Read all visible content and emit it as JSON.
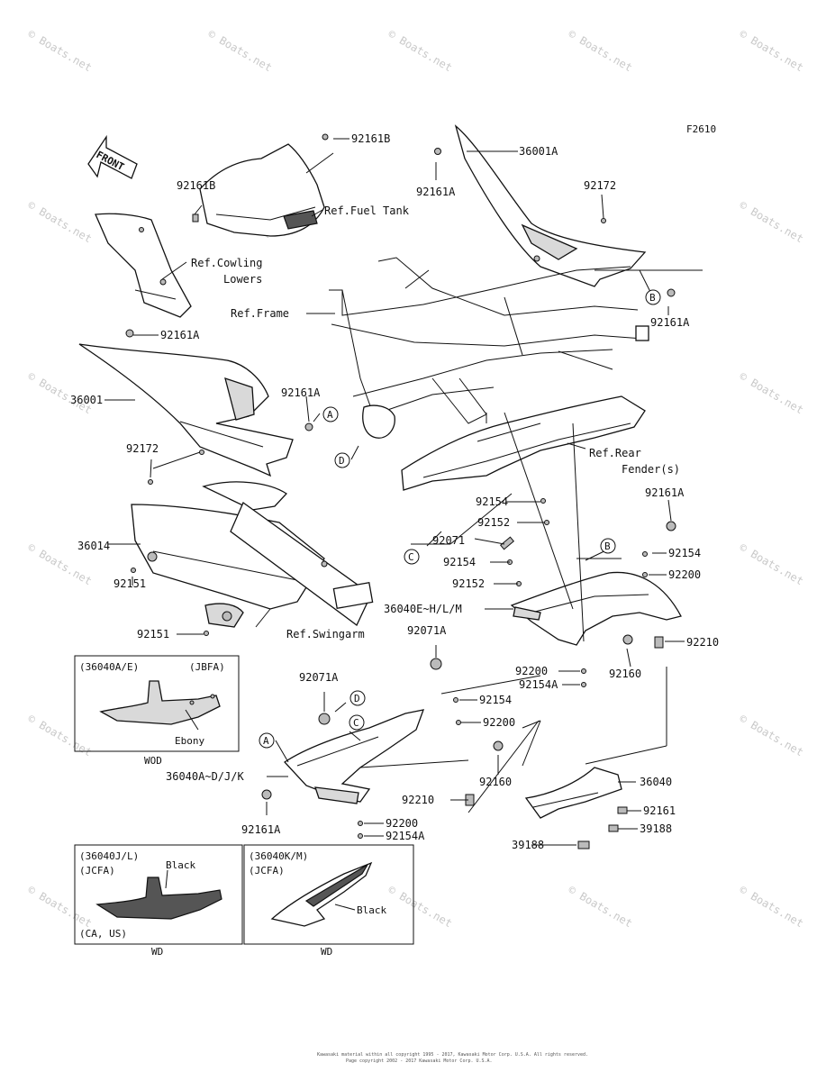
{
  "figure_code": "F2610",
  "front_label": "FRONT",
  "watermark": "© Boats.net",
  "part_labels": {
    "p92161B_top": "92161B",
    "p92161B_left": "92161B",
    "p36001A": "36001A",
    "p92161A_upper": "92161A",
    "p92172_right": "92172",
    "ref_fuel_tank": "Ref.Fuel Tank",
    "ref_cowling_1": "Ref.Cowling",
    "ref_cowling_2": "Lowers",
    "ref_frame": "Ref.Frame",
    "p92161A_right": "92161A",
    "p92161A_left": "92161A",
    "p36001": "36001",
    "p92161A_mid": "92161A",
    "p92172_left": "92172",
    "ref_rear_fender_1": "Ref.Rear",
    "ref_rear_fender_2": "Fender(s)",
    "p92154_a": "92154",
    "p92161A_rr": "92161A",
    "p92152_a": "92152",
    "p92071": "92071",
    "p92154_b": "92154",
    "p92154_c": "92154",
    "p92200_a": "92200",
    "p92152_b": "92152",
    "p36040E": "36040E~H/L/M",
    "p92071A_a": "92071A",
    "p92210_a": "92210",
    "p92200_b": "92200",
    "p92154A_a": "92154A",
    "p92160_a": "92160",
    "p36014": "36014",
    "p92151_a": "92151",
    "p92151_b": "92151",
    "ref_swingarm": "Ref.Swingarm",
    "p92071A_b": "92071A",
    "p92154_d": "92154",
    "p92200_c": "92200",
    "p36040A": "36040A~D/J/K",
    "p92160_b": "92160",
    "p36040": "36040",
    "p92210_b": "92210",
    "p92161": "92161",
    "p92161A_low": "92161A",
    "p92200_d": "92200",
    "p92154A_b": "92154A",
    "p39188_a": "39188",
    "p39188_b": "39188"
  },
  "callouts": {
    "A1": "A",
    "A2": "A",
    "B1": "B",
    "B2": "B",
    "C1": "C",
    "C2": "C",
    "D1": "D",
    "D2": "D"
  },
  "inset_wod": {
    "code": "(36040A/E)",
    "market": "(JBFA)",
    "color": "Ebony",
    "caption": "WOD"
  },
  "inset_wd1": {
    "code": "(36040J/L)",
    "market": "(JCFA)",
    "color": "Black",
    "region": "(CA, US)",
    "caption": "WD"
  },
  "inset_wd2": {
    "code": "(36040K/M)",
    "market": "(JCFA)",
    "color": "Black",
    "caption": "WD"
  },
  "footer": {
    "line1": "Kawasaki material within all copyright 1995 - 2017, Kawasaki Motor Corp. U.S.A. All rights reserved.",
    "line2": "Page copyright 2002 - 2017 Kawasaki Motor Corp. U.S.A."
  }
}
